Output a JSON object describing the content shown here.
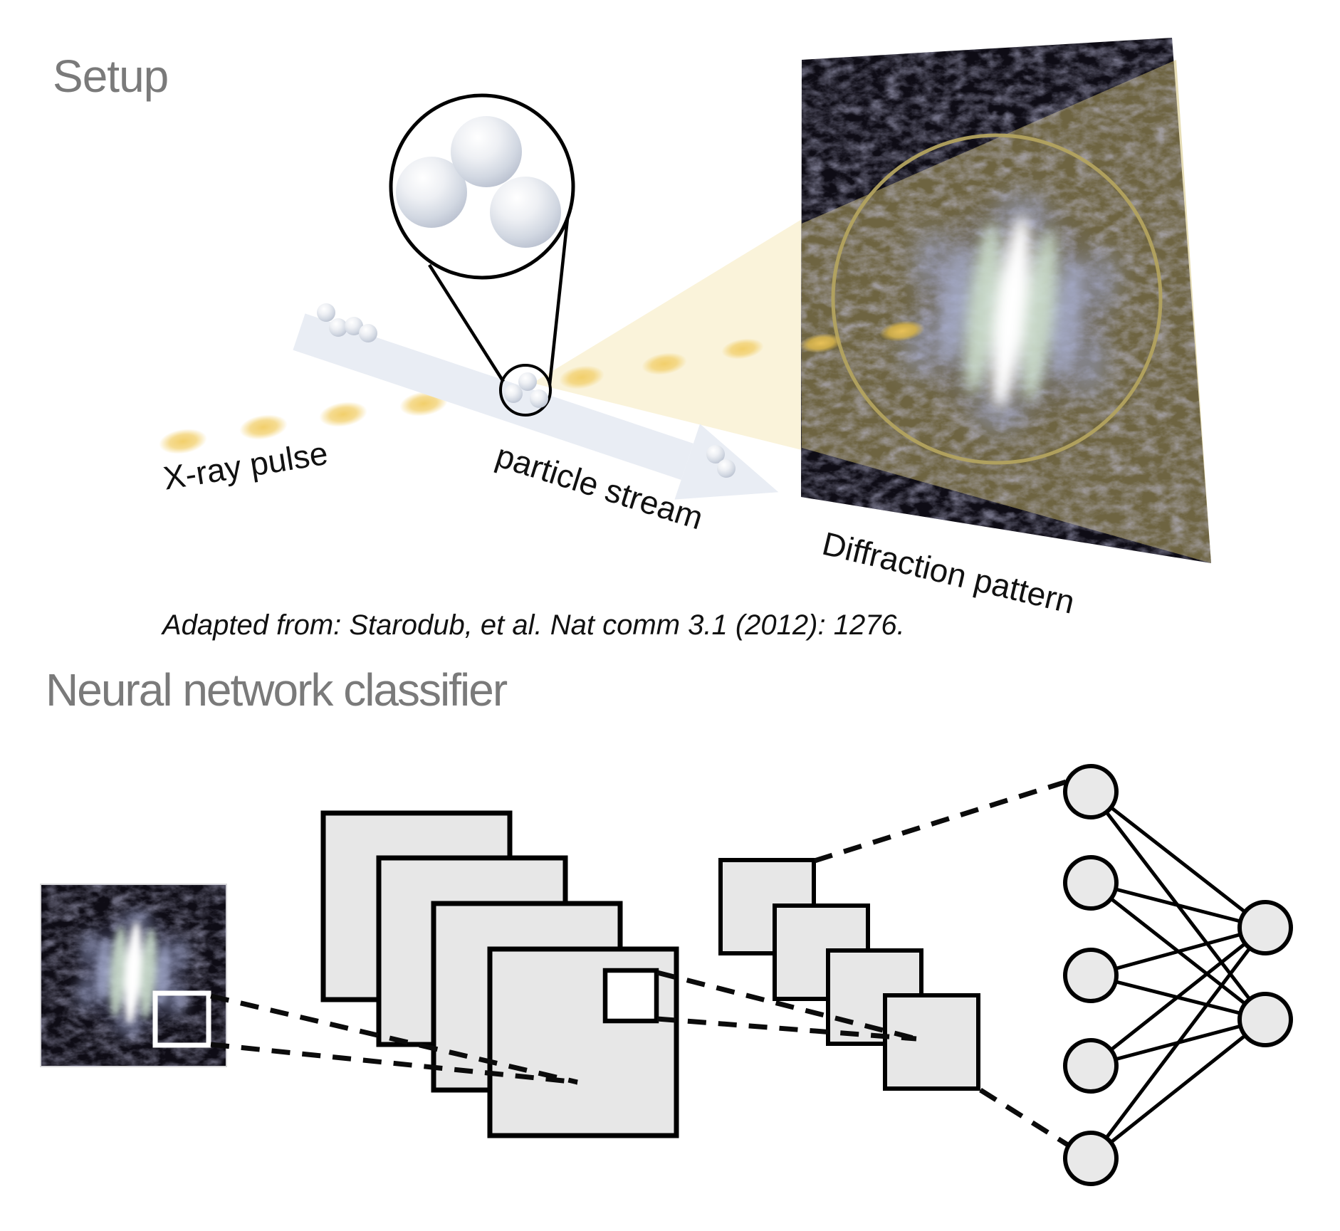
{
  "figure": {
    "setup": {
      "title": "Setup",
      "labels": {
        "xray_pulse": "X-ray pulse",
        "particle_stream": "particle stream",
        "diffraction_pattern": "Diffraction pattern"
      },
      "citation": "Adapted from: Starodub, et al. Nat comm 3.1 (2012): 1276."
    },
    "classifier": {
      "title": "Neural network classifier",
      "architecture": {
        "conv_feature_maps": 4,
        "pooled_feature_maps": 4,
        "hidden_nodes": 5,
        "output_nodes": 2
      }
    },
    "colors": {
      "heading": "#7a7a7a",
      "label_text": "#111111",
      "pulse_gold": "#f2cf6b",
      "beam_cone": "#faf3da",
      "stream_band": "#e9edf4",
      "panel_background": "#0e0c15",
      "panel_overlay_olive": "#cdbc6e",
      "ring_gold": "#b3a35f",
      "layer_fill": "#e7e7e7",
      "node_fill": "#e9e9e9",
      "outline": "#000000"
    }
  }
}
